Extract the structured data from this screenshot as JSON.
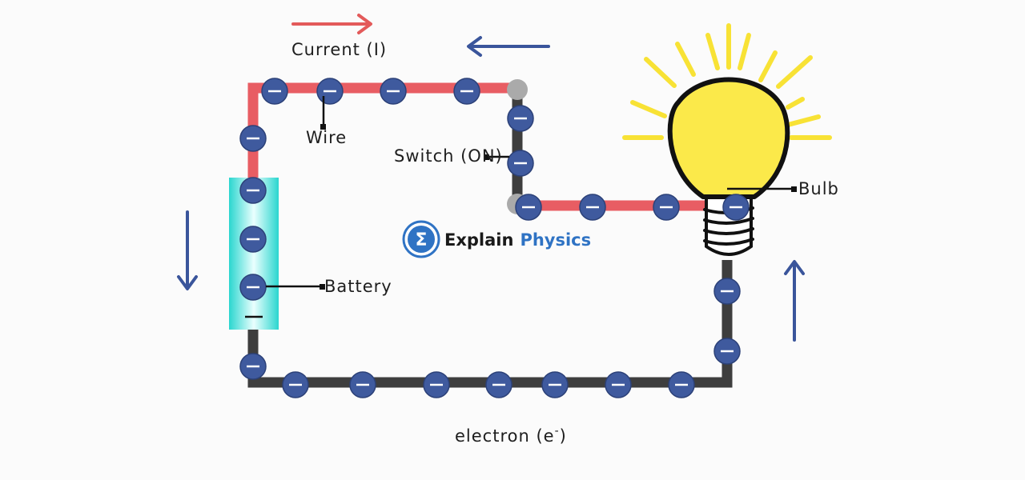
{
  "labels": {
    "current": "Current (I)",
    "wire": "Wire",
    "switch": "Switch (ON)",
    "bulb": "Bulb",
    "battery": "Battery",
    "electron_prefix": "electron (e",
    "electron_sup": "-",
    "electron_suffix": ")"
  },
  "logo": {
    "symbol": "Σ",
    "word1": "Explain",
    "word2": "Physics"
  },
  "colors": {
    "current_wire": "#e85d63",
    "electron_wire": "#3e3e3e",
    "electron_fill": "#3f5a9e",
    "current_arrow": "#e35a5a",
    "electron_arrow": "#3a559b",
    "battery": "#3fe4dc",
    "bulb_glass": "#fbe94a",
    "bulb_rays": "#f8e235",
    "logo_blue": "#2f73c4"
  },
  "electron": {
    "symbol": "−"
  }
}
